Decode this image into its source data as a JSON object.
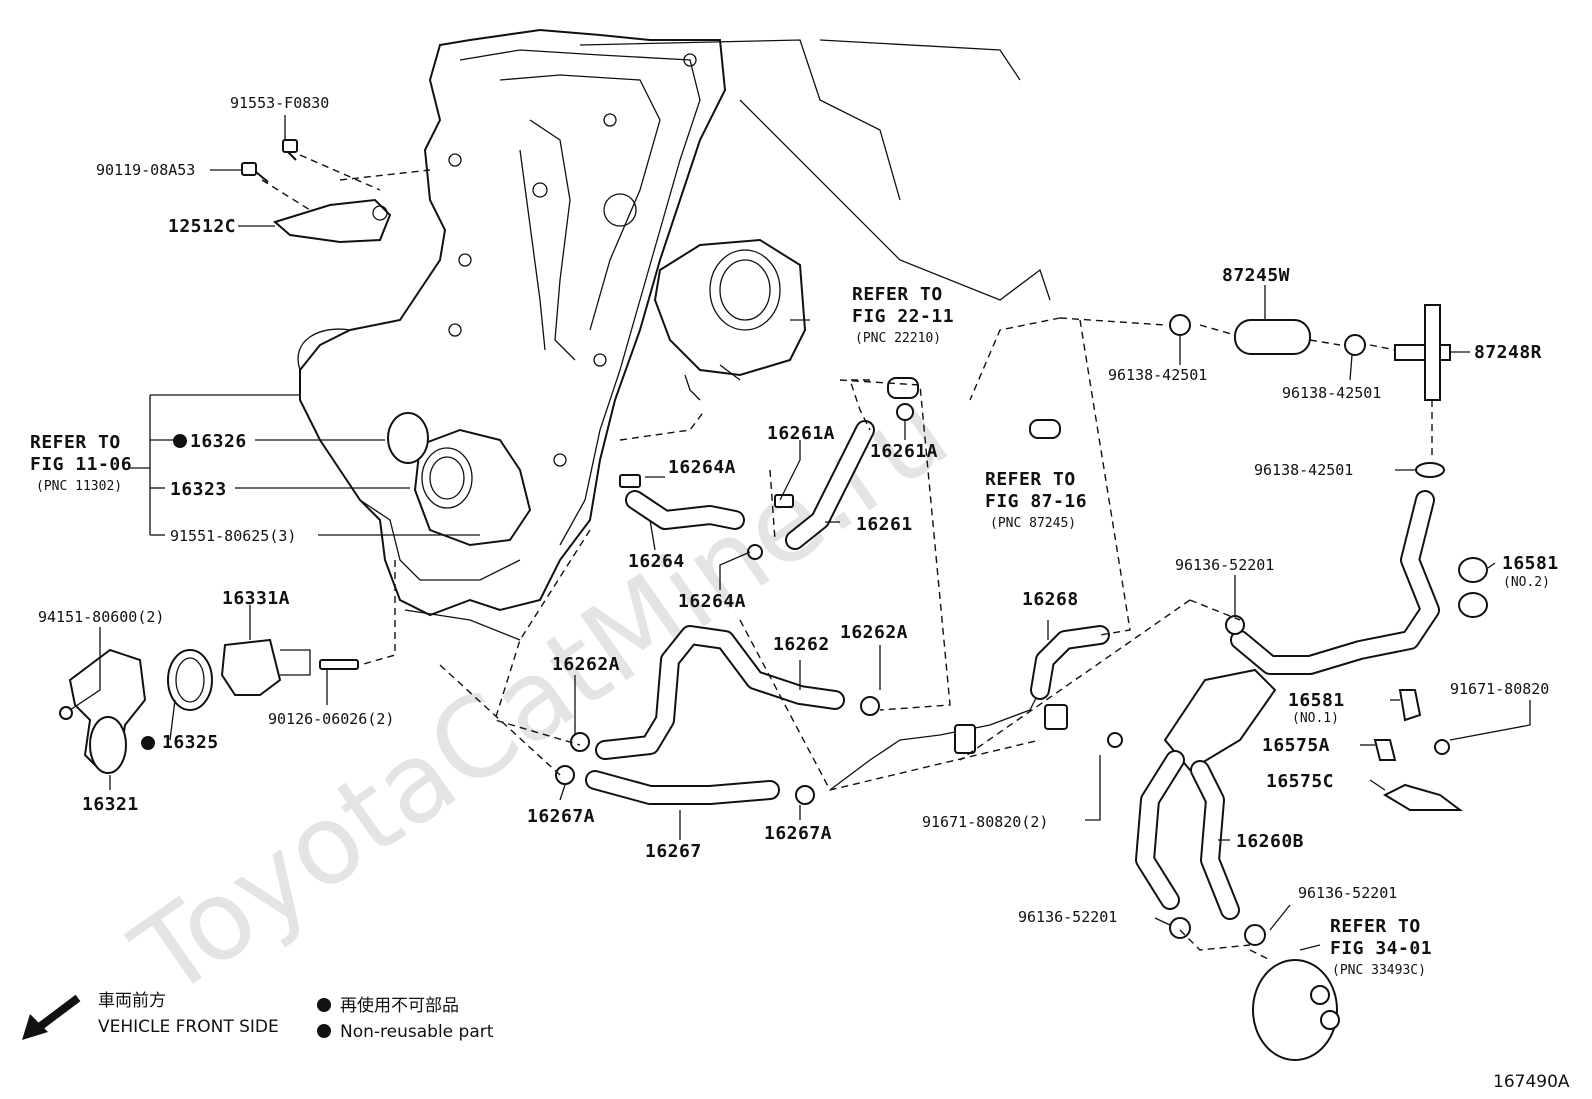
{
  "watermark": "ToyotaCatMine.ru",
  "diagram_id": "167490A",
  "legend": {
    "front_jp": "車両前方",
    "front_en": "VEHICLE FRONT SIDE",
    "nonreuse_jp": "再使用不可部品",
    "nonreuse_en": "Non-reusable part"
  },
  "refs": {
    "r1": {
      "l1": "REFER TO",
      "l2": "FIG 11-06",
      "l3": "(PNC 11302)"
    },
    "r2": {
      "l1": "REFER TO",
      "l2": "FIG 22-11",
      "l3": "(PNC 22210)"
    },
    "r3": {
      "l1": "REFER TO",
      "l2": "FIG 87-16",
      "l3": "(PNC 87245)"
    },
    "r4": {
      "l1": "REFER TO",
      "l2": "FIG 34-01",
      "l3": "(PNC 33493C)"
    }
  },
  "parts": {
    "p91553": "91553-F0830",
    "p90119": "90119-08A53",
    "p12512c": "12512C",
    "p16326": "16326",
    "p16323": "16323",
    "p91551": "91551-80625(3)",
    "p94151": "94151-80600(2)",
    "p16331a": "16331A",
    "p16325": "16325",
    "p16321": "16321",
    "p90126": "90126-06026(2)",
    "p16264a_1": "16264A",
    "p16264": "16264",
    "p16264a_2": "16264A",
    "p16261a_1": "16261A",
    "p16261a_2": "16261A",
    "p16261": "16261",
    "p16262a_1": "16262A",
    "p16262": "16262",
    "p16262a_2": "16262A",
    "p16267a_1": "16267A",
    "p16267": "16267",
    "p16267a_2": "16267A",
    "p16268": "16268",
    "p91671_2": "91671-80820(2)",
    "p87245w": "87245W",
    "p96138_1": "96138-42501",
    "p96138_2": "96138-42501",
    "p87248r": "87248R",
    "p96138_3": "96138-42501",
    "p96136_1": "96136-52201",
    "p16581_2": "16581",
    "p16581_2_note": "(NO.2)",
    "p16581_1": "16581",
    "p16581_1_note": "(NO.1)",
    "p91671": "91671-80820",
    "p16575a": "16575A",
    "p16575c": "16575C",
    "p16260b": "16260B",
    "p96136_2": "96136-52201",
    "p96136_3": "96136-52201"
  }
}
